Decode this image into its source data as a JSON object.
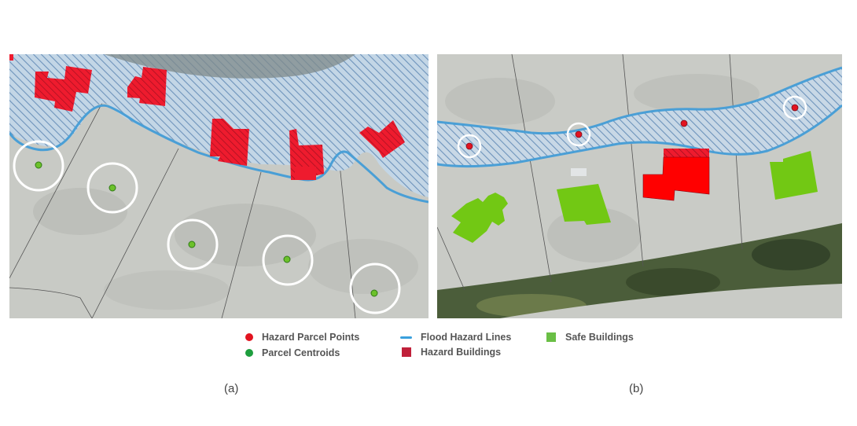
{
  "figure": {
    "panels": [
      {
        "id": "a",
        "caption": "(a)",
        "description": "Parcel centroids with buffers vs. flood hazard polygon"
      },
      {
        "id": "b",
        "caption": "(b)",
        "description": "Hazard parcel points within flood hazard band and building classification"
      }
    ]
  },
  "legend": {
    "items": [
      {
        "label": "Hazard Parcel Points",
        "symbol": "dot",
        "color": "#e2131f"
      },
      {
        "label": "Parcel Centroids",
        "symbol": "dot",
        "color": "#1e9e3e"
      },
      {
        "label": "Flood Hazard Lines",
        "symbol": "line",
        "color": "#3aa0dd"
      },
      {
        "label": "Hazard Buildings",
        "symbol": "square",
        "color": "#c0203a"
      },
      {
        "label": "Safe Buildings",
        "symbol": "square",
        "color": "#6abf45"
      }
    ]
  },
  "colors": {
    "basemap": "#c9cbc6",
    "hazard_fill": "#b9d0e3",
    "hazard_hatch": "#6d93bb",
    "flood_line": "#4a9fd6",
    "hazard_building": "#ee1b2e",
    "safe_building": "#72c814",
    "centroid": "#6cc12b",
    "buffer_ring": "#ffffff"
  }
}
